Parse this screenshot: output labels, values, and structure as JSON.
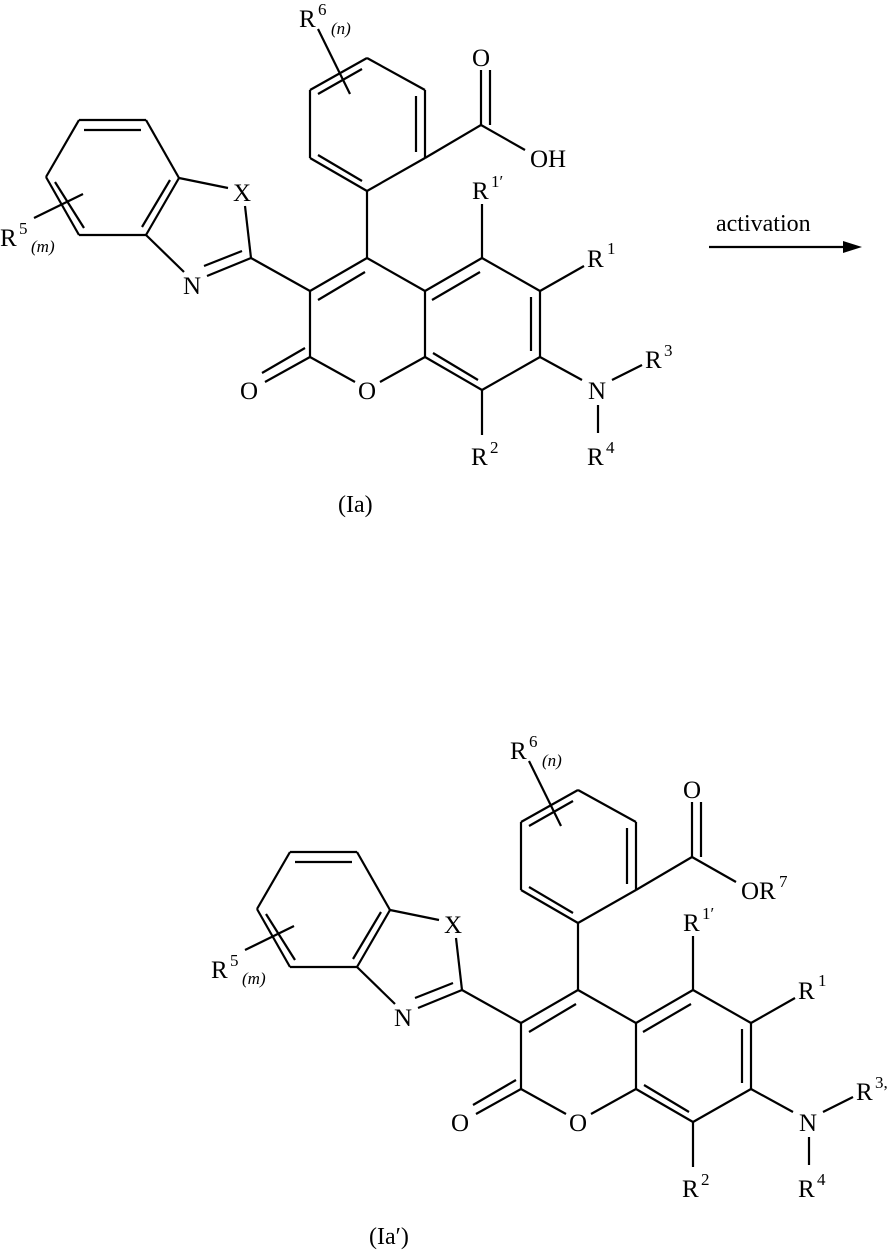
{
  "scheme": {
    "arrow_label": "activation",
    "reactant": {
      "caption": "(Ia)",
      "acid_group": {
        "carbonyl_o": "O",
        "hydroxyl": "OH"
      },
      "labels": {
        "X": "X",
        "N_ring": "N",
        "O_ring": "O",
        "O_carbonyl": "O",
        "N_amine": "N",
        "R5": "R",
        "R5_sup": "5",
        "R5_sub": "(m)",
        "R6": "R",
        "R6_sup": "6",
        "R6_sub": "(n)",
        "R1p": "R",
        "R1p_sup": "1′",
        "R1": "R",
        "R1_sup": "1",
        "R2": "R",
        "R2_sup": "2",
        "R3": "R",
        "R3_sup": "3",
        "R4": "R",
        "R4_sup": "4"
      }
    },
    "product": {
      "caption": "(Ia′)",
      "ester_group": {
        "carbonyl_o": "O",
        "ester": "OR",
        "ester_sup": "7"
      },
      "labels": {
        "X": "X",
        "N_ring": "N",
        "O_ring": "O",
        "O_carbonyl": "O",
        "N_amine": "N",
        "R5": "R",
        "R5_sup": "5",
        "R5_sub": "(m)",
        "R6": "R",
        "R6_sup": "6",
        "R6_sub": "(n)",
        "R1p": "R",
        "R1p_sup": "1′",
        "R1": "R",
        "R1_sup": "1",
        "R2": "R",
        "R2_sup": "2",
        "R3": "R",
        "R3_sup": "3,",
        "R4": "R",
        "R4_sup": "4"
      }
    }
  }
}
